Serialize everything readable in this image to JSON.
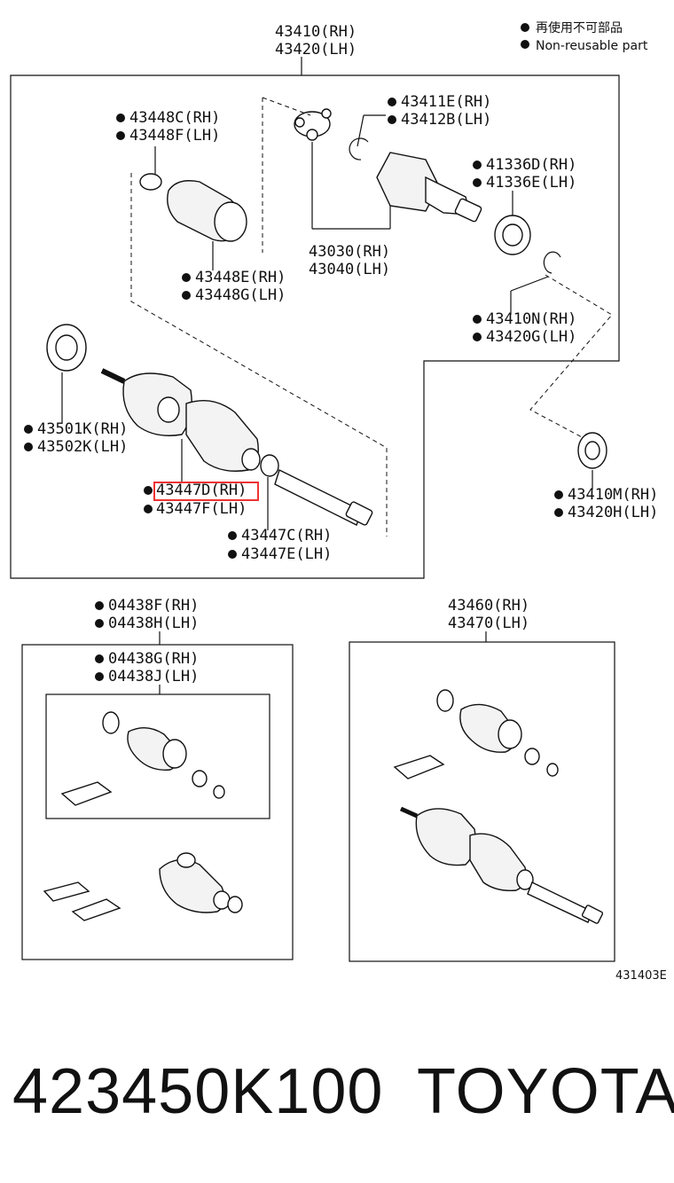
{
  "legend": {
    "jp": "再使用不可部品",
    "en": "Non-reusable part"
  },
  "assembly_top": {
    "rh": "43410(RH)",
    "lh": "43420(LH)"
  },
  "labels": {
    "c43448C": "43448C(RH)",
    "c43448F": "43448F(LH)",
    "c43411E": "43411E(RH)",
    "c43412B": "43412B(LH)",
    "c41336D": "41336D(RH)",
    "c41336E": "41336E(LH)",
    "c43030": "43030(RH)",
    "c43040": "43040(LH)",
    "c43448E": "43448E(RH)",
    "c43448G": "43448G(LH)",
    "c43410N": "43410N(RH)",
    "c43420G": "43420G(LH)",
    "c43501K": "43501K(RH)",
    "c43502K": "43502K(LH)",
    "c43447D": "43447D(RH)",
    "c43447F": "43447F(LH)",
    "c43447C": "43447C(RH)",
    "c43447E": "43447E(LH)",
    "c43410M": "43410M(RH)",
    "c43420H": "43420H(LH)",
    "c04438F": "04438F(RH)",
    "c04438H": "04438H(LH)",
    "c04438G": "04438G(RH)",
    "c04438J": "04438J(LH)",
    "c43460": "43460(RH)",
    "c43470": "43470(LH)"
  },
  "figure_code": "431403E",
  "footer": {
    "part_number": "423450K100",
    "brand": "TOYOTA"
  }
}
